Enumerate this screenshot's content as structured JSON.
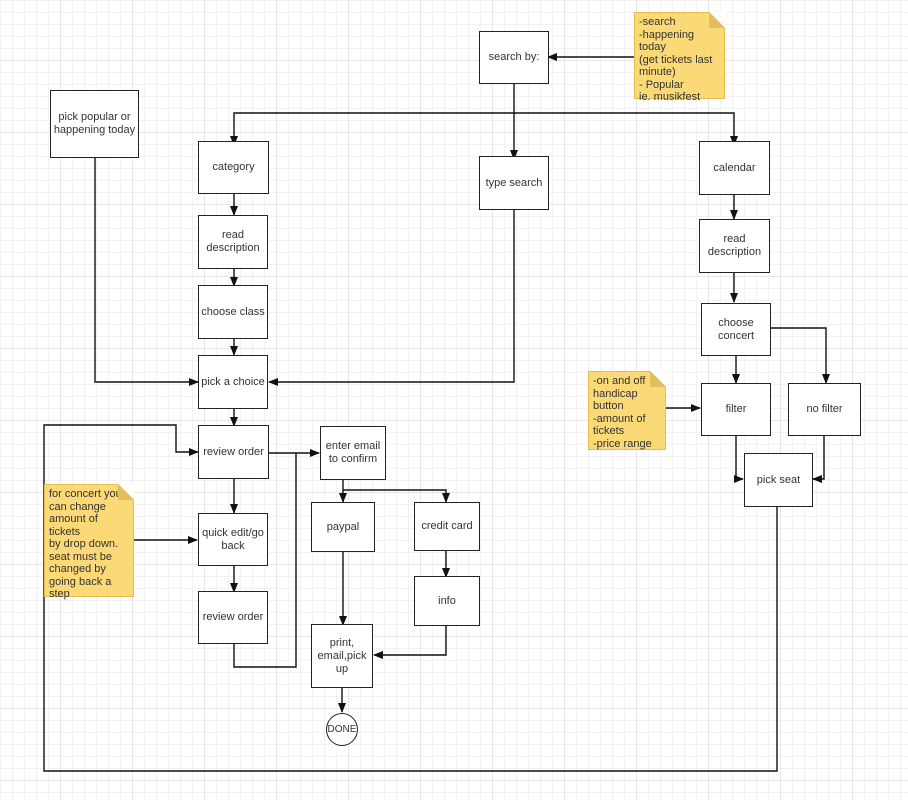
{
  "diagram": {
    "type": "flowchart",
    "nodes": {
      "search_by": "search by:",
      "pick_popular": "pick popular or happening today",
      "category": "category",
      "type_search": "type search",
      "calendar": "calendar",
      "read_description_1": "read description",
      "choose_class": "choose class",
      "pick_a_choice": "pick a choice",
      "review_order_1": "review order",
      "quick_edit": "quick edit/go back",
      "review_order_2": "review order",
      "enter_email": "enter email to confirm",
      "paypal": "paypal",
      "credit_card": "credit card",
      "info": "info",
      "print_email_pickup": "print, email,pick up",
      "done": "DONE",
      "read_description_2": "read description",
      "choose_concert": "choose concert",
      "filter": "filter",
      "no_filter": "no filter",
      "pick_seat": "pick seat"
    },
    "notes": {
      "search_options": "-search\n-happening today\n(get tickets last\nminute)\n- Popular\nie. musikfest",
      "filter_options": "-on and off\nhandicap\nbutton\n-amount of\ntickets\n-price range",
      "concert_edit": "for concert you\ncan change\namount of tickets\nby drop down.\nseat must be\nchanged by\ngoing back a\nstep"
    },
    "edges": [
      {
        "from": "search_options",
        "to": "search_by"
      },
      {
        "from": "search_by",
        "to": "category"
      },
      {
        "from": "search_by",
        "to": "type_search"
      },
      {
        "from": "search_by",
        "to": "calendar"
      },
      {
        "from": "category",
        "to": "read_description_1"
      },
      {
        "from": "read_description_1",
        "to": "choose_class"
      },
      {
        "from": "choose_class",
        "to": "pick_a_choice"
      },
      {
        "from": "pick_popular",
        "to": "pick_a_choice"
      },
      {
        "from": "type_search",
        "to": "pick_a_choice"
      },
      {
        "from": "pick_a_choice",
        "to": "review_order_1"
      },
      {
        "from": "review_order_1",
        "to": "quick_edit"
      },
      {
        "from": "concert_edit",
        "to": "quick_edit"
      },
      {
        "from": "quick_edit",
        "to": "review_order_2"
      },
      {
        "from": "review_order_1",
        "to": "enter_email"
      },
      {
        "from": "review_order_2",
        "to": "enter_email"
      },
      {
        "from": "enter_email",
        "to": "paypal"
      },
      {
        "from": "enter_email",
        "to": "credit_card"
      },
      {
        "from": "credit_card",
        "to": "info"
      },
      {
        "from": "paypal",
        "to": "print_email_pickup"
      },
      {
        "from": "info",
        "to": "print_email_pickup"
      },
      {
        "from": "print_email_pickup",
        "to": "done"
      },
      {
        "from": "calendar",
        "to": "read_description_2"
      },
      {
        "from": "read_description_2",
        "to": "choose_concert"
      },
      {
        "from": "choose_concert",
        "to": "filter"
      },
      {
        "from": "choose_concert",
        "to": "no_filter"
      },
      {
        "from": "filter_options",
        "to": "filter"
      },
      {
        "from": "filter",
        "to": "pick_seat"
      },
      {
        "from": "no_filter",
        "to": "pick_seat"
      },
      {
        "from": "pick_seat",
        "to": "review_order_1"
      }
    ]
  },
  "colors": {
    "note_fill": "#fbd977",
    "line": "#111111"
  }
}
